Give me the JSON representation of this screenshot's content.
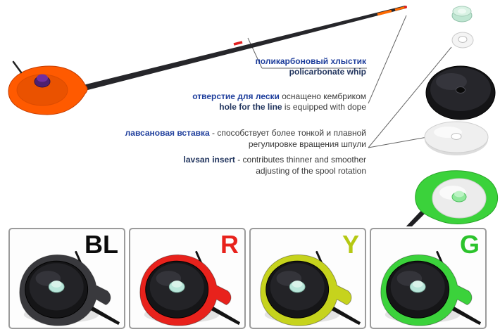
{
  "annotations": {
    "whip": {
      "ru": "поликарбоновый хлыстик",
      "en": "policarbonate whip"
    },
    "hole": {
      "ru_bold": "отверстие для лески",
      "ru_rest": " оснащено кембриком",
      "en_bold": "hole for the line",
      "en_rest": " is equipped with dope"
    },
    "lavsan": {
      "ru_bold": "лавсановая вставка",
      "ru_rest": " - способствует более тонкой и плавной",
      "ru_line2": "регулировке вращения шпули",
      "en_bold": "lavsan insert",
      "en_rest": " - contributes thinner and smoother",
      "en_line2": "adjusting of the spool rotation"
    }
  },
  "variants": [
    {
      "code": "BL",
      "body_color": "#39393d",
      "label_color": "#0b0b0b"
    },
    {
      "code": "R",
      "body_color": "#e8221c",
      "label_color": "#e8221c"
    },
    {
      "code": "Y",
      "body_color": "#c6d31d",
      "label_color": "#b5c813"
    },
    {
      "code": "G",
      "body_color": "#3bd23b",
      "label_color": "#2cc32c"
    }
  ],
  "colors": {
    "main_body": "#ff5a00",
    "accent_blue": "#1e3e9c",
    "accent_navy": "#22355e",
    "callout_line": "#666666"
  }
}
